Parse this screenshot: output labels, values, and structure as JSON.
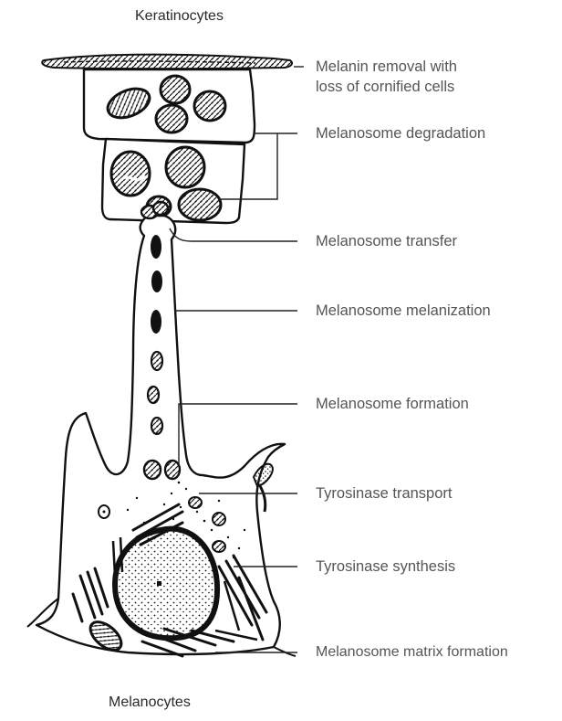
{
  "headings": {
    "top": "Keratinocytes",
    "bottom": "Melanocytes"
  },
  "labels": {
    "melanin_removal": [
      "Melanin removal with",
      "loss of cornified cells"
    ],
    "melanosome_degradation": "Melanosome degradation",
    "melanosome_transfer": "Melanosome transfer",
    "melanosome_melanization": "Melanosome melanization",
    "melanosome_formation": "Melanosome formation",
    "tyrosinase_transport": "Tyrosinase transport",
    "tyrosinase_synthesis": "Tyrosinase synthesis",
    "melanosome_matrix_formation": "Melanosome matrix formation"
  },
  "colors": {
    "ink": "#111111",
    "leader_line": "#222222",
    "label_text": "#555555",
    "heading_text": "#2a2a2a"
  }
}
